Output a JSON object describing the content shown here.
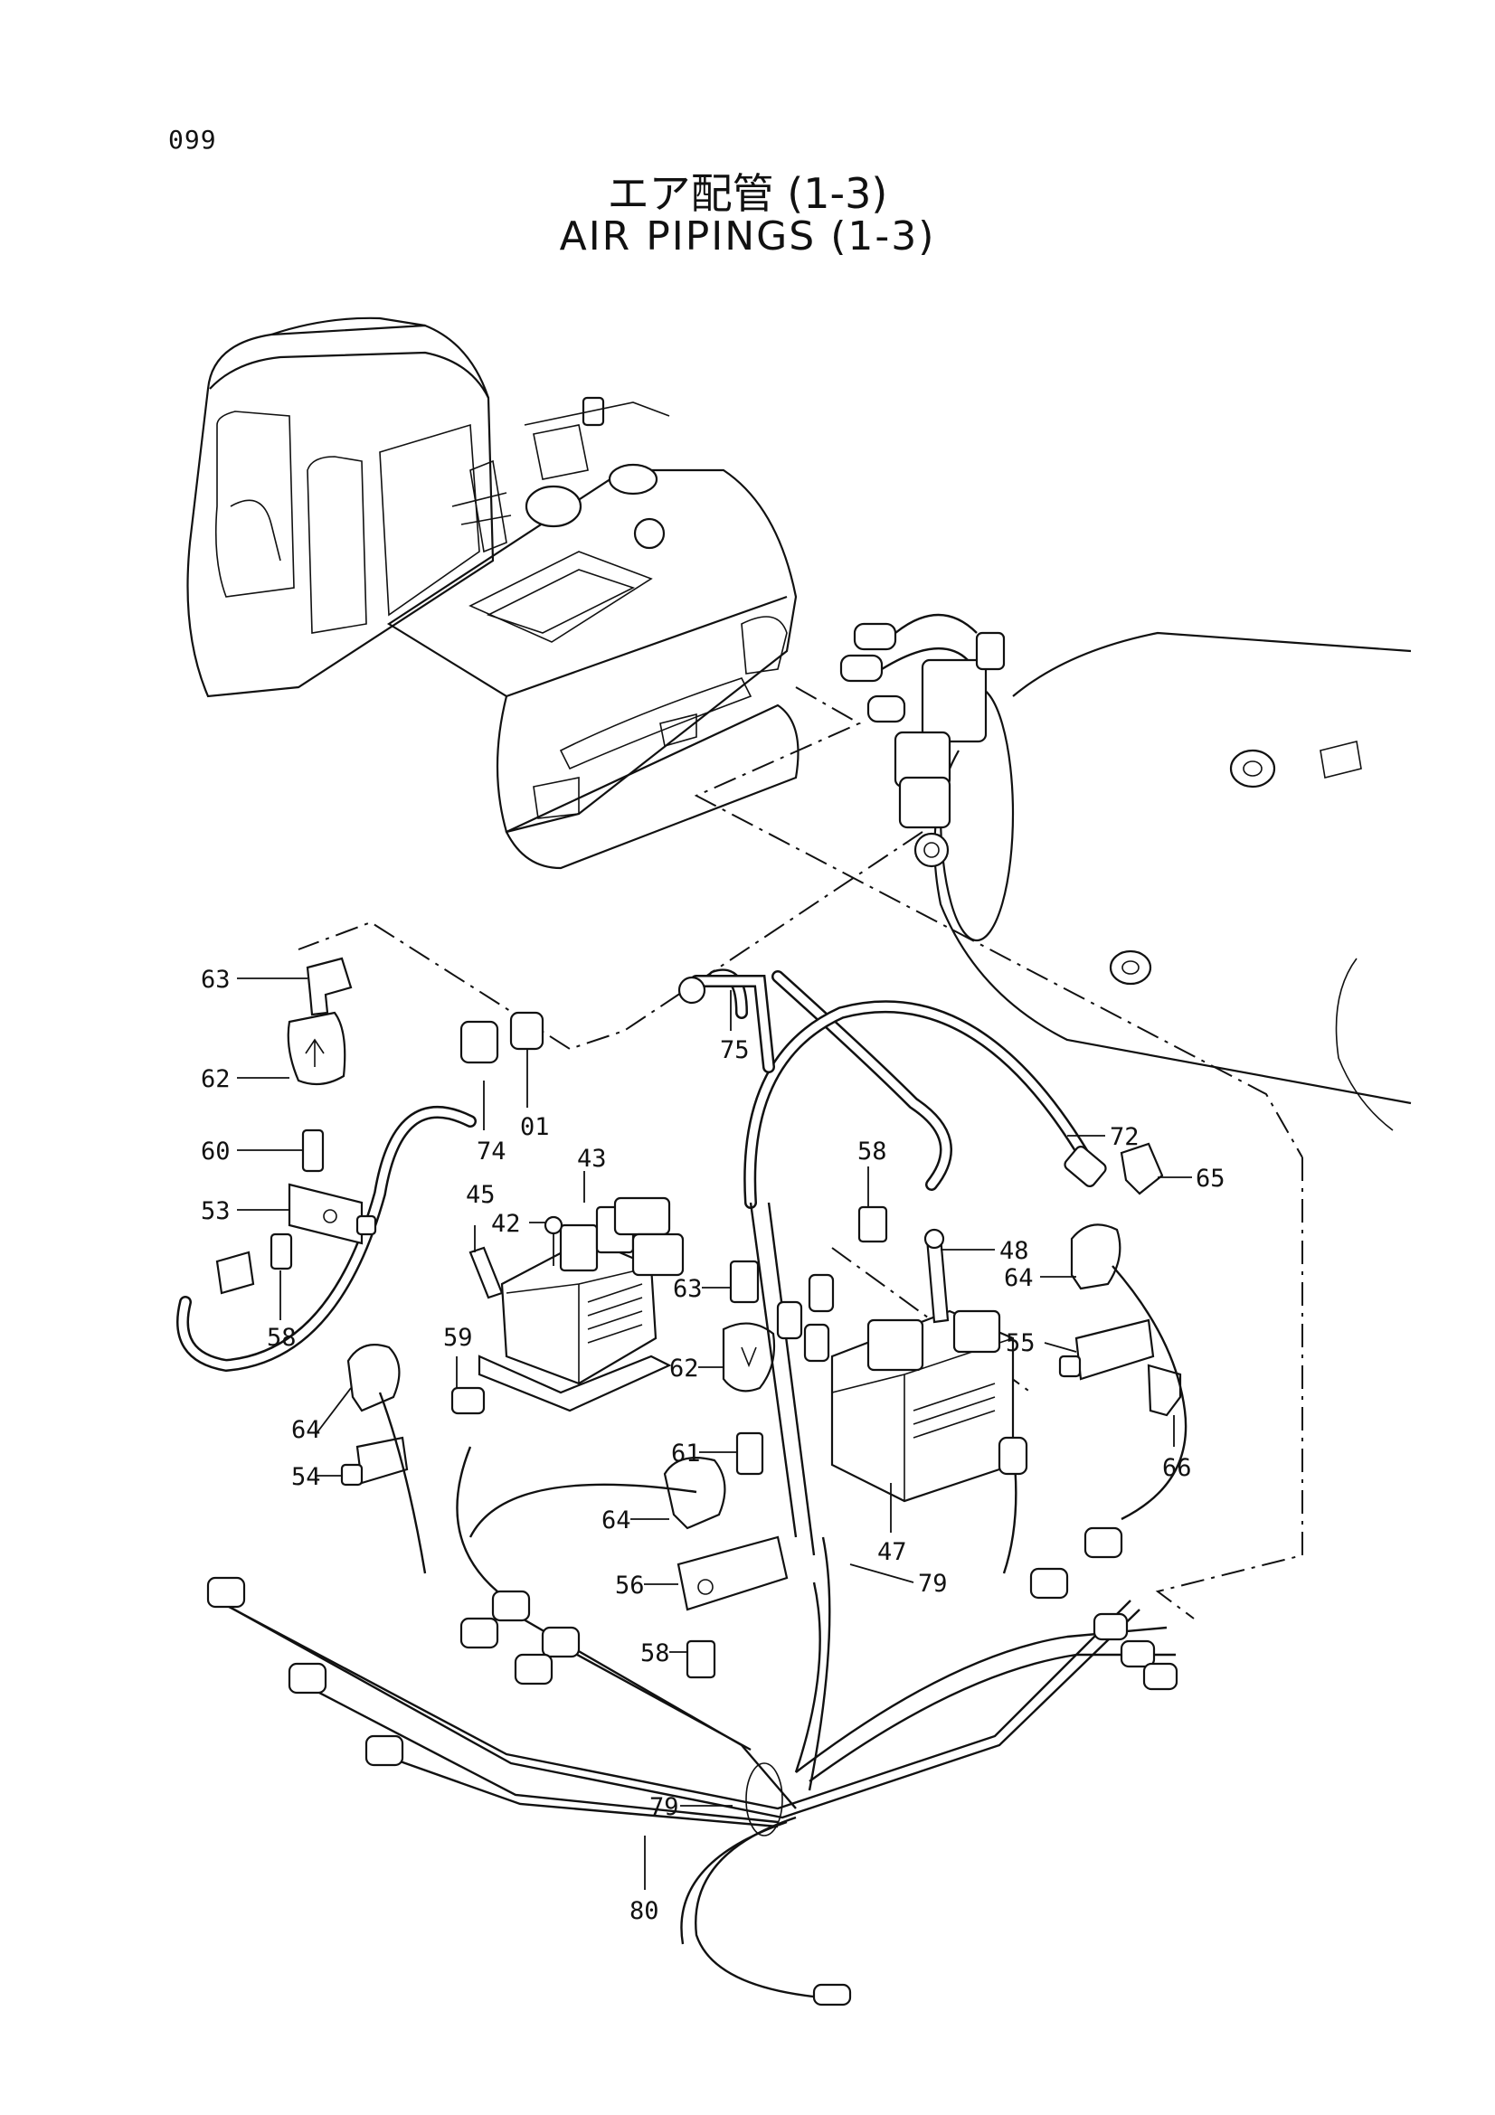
{
  "page_number": "099",
  "title_jp": "エア配管 (1-3)",
  "title_en": "AIR PIPINGS (1-3)",
  "callouts": {
    "c01": "01",
    "c42": "42",
    "c43": "43",
    "c45": "45",
    "c47": "47",
    "c48": "48",
    "c53": "53",
    "c54": "54",
    "c55": "55",
    "c56": "56",
    "c58a": "58",
    "c58b": "58",
    "c58c": "58",
    "c59": "59",
    "c60": "60",
    "c61": "61",
    "c62a": "62",
    "c62b": "62",
    "c63a": "63",
    "c63b": "63",
    "c64a": "64",
    "c64b": "64",
    "c64c": "64",
    "c65": "65",
    "c66": "66",
    "c72": "72",
    "c74": "74",
    "c75": "75",
    "c79a": "79",
    "c79b": "79",
    "c80": "80"
  }
}
